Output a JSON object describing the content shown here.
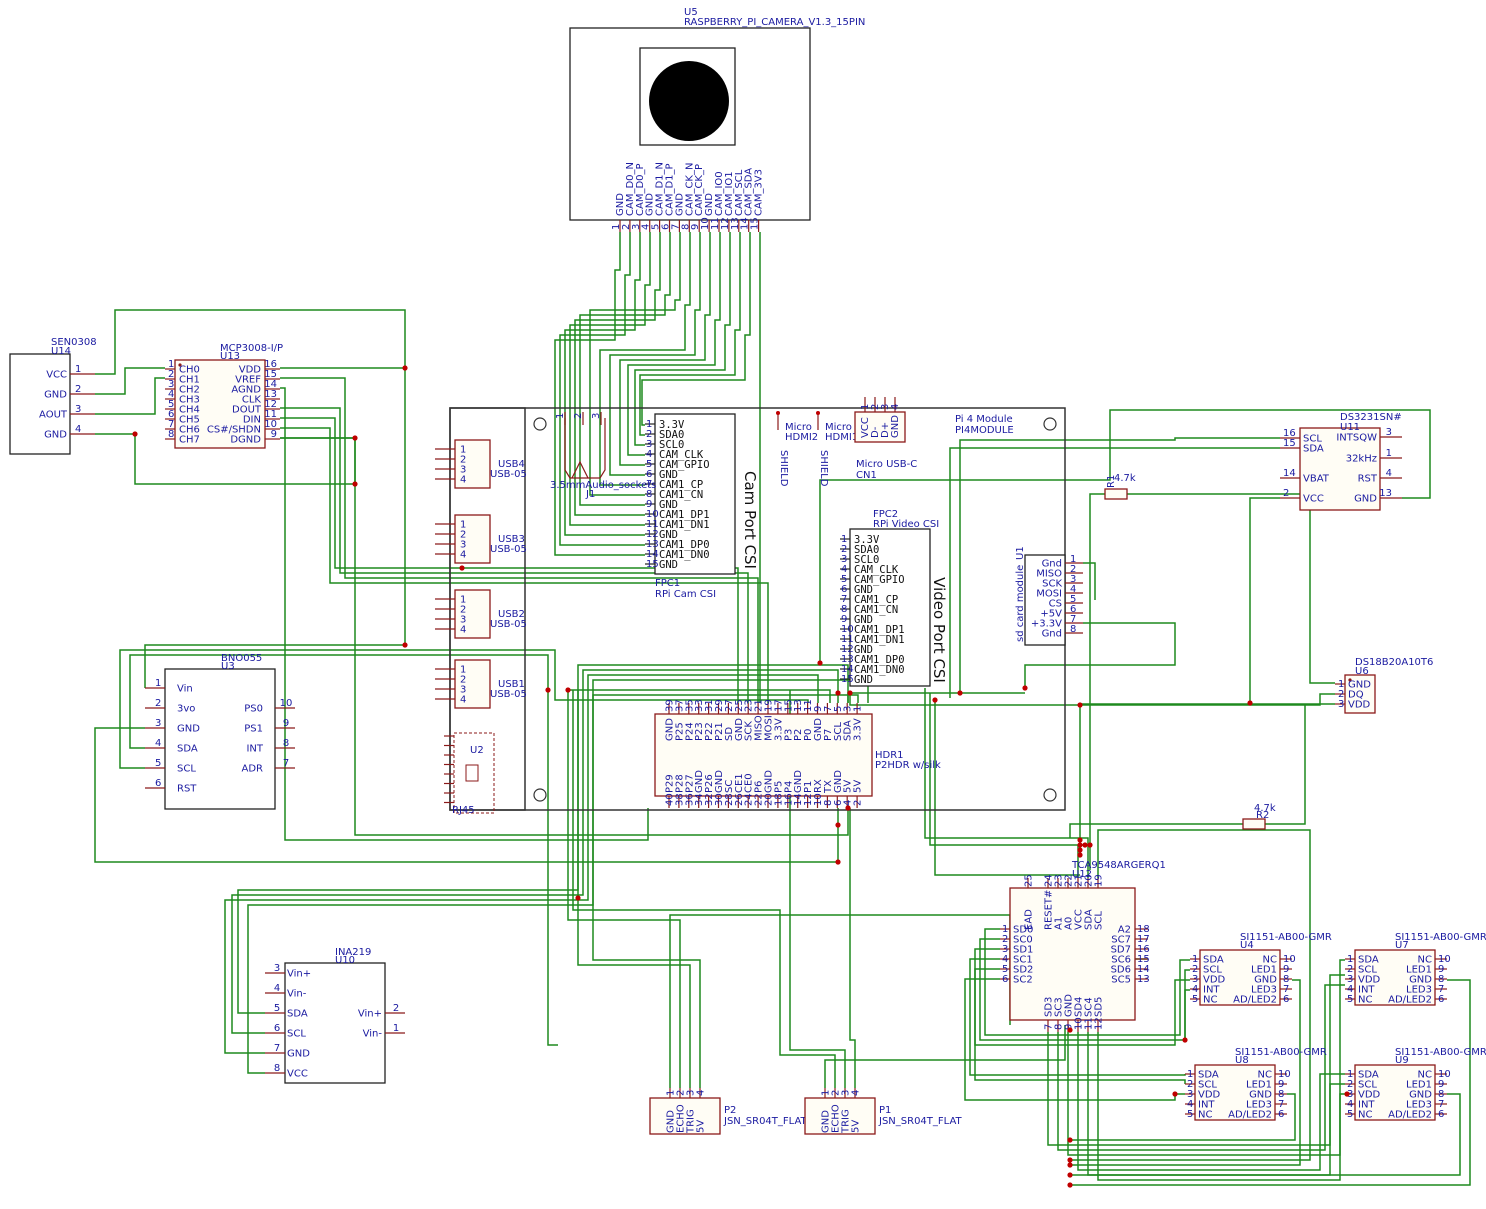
{
  "parts": [
    {
      "key": "U5",
      "ref": "U5",
      "value": "RASPBERRY_PI_CAMERA_V1.3_15PIN",
      "pins": [
        "GND",
        "CAM_D0_N",
        "CAM_D0_P",
        "GND",
        "CAM_D1_N",
        "CAM_D1_P",
        "GND",
        "CAM_CK_N",
        "CAM_CK_P",
        "GND",
        "CAM_IO0",
        "CAM_IO1",
        "CAM_SCL",
        "CAM_SDA",
        "CAM_3V3"
      ],
      "nums": [
        "1",
        "2",
        "3",
        "4",
        "5",
        "6",
        "7",
        "8",
        "9",
        "10",
        "11",
        "12",
        "13",
        "14",
        "15"
      ]
    },
    {
      "key": "U14",
      "ref": "U14",
      "value": "SEN0308",
      "left": [
        [
          "VCC",
          "1"
        ],
        [
          "GND",
          "2"
        ],
        [
          "AOUT",
          "3"
        ],
        [
          "GND",
          "4"
        ]
      ]
    },
    {
      "key": "U13",
      "ref": "U13",
      "value": "MCP3008-I/P",
      "left": [
        [
          "CH0",
          "1"
        ],
        [
          "CH1",
          "2"
        ],
        [
          "CH2",
          "3"
        ],
        [
          "CH3",
          "4"
        ],
        [
          "CH4",
          "5"
        ],
        [
          "CH5",
          "6"
        ],
        [
          "CH6",
          "7"
        ],
        [
          "CH7",
          "8"
        ]
      ],
      "right": [
        [
          "VDD",
          "16"
        ],
        [
          "VREF",
          "15"
        ],
        [
          "AGND",
          "14"
        ],
        [
          "CLK",
          "13"
        ],
        [
          "DOUT",
          "12"
        ],
        [
          "DIN",
          "11"
        ],
        [
          "CS#/SHDN",
          "10"
        ],
        [
          "DGND",
          "9"
        ]
      ]
    },
    {
      "key": "U1M",
      "ref": "Pi 4 Module",
      "value": "PI4MODULE"
    },
    {
      "key": "FPC1",
      "ref": "FPC1",
      "value": "RPi Cam CSI",
      "title": "Cam Port CSI",
      "pins": [
        "3.3V",
        "SDA0",
        "SCL0",
        "CAM_CLK",
        "CAM_GPIO",
        "GND",
        "CAM1_CP",
        "CAM1_CN",
        "GND",
        "CAM1_DP1",
        "CAM1_DN1",
        "GND",
        "CAM1_DP0",
        "CAM1_DN0",
        "GND"
      ],
      "nums": [
        "1",
        "2",
        "3",
        "4",
        "5",
        "6",
        "7",
        "8",
        "9",
        "10",
        "11",
        "12",
        "13",
        "14",
        "15"
      ]
    },
    {
      "key": "FPC2",
      "ref": "FPC2",
      "value": "RPi Video CSI",
      "title": "Video Port CSI",
      "pins": [
        "3.3V",
        "SDA0",
        "SCL0",
        "CAM_CLK",
        "CAM_GPIO",
        "GND",
        "CAM1_CP",
        "CAM1_CN",
        "GND",
        "CAM1_DP1",
        "CAM1_DN1",
        "GND",
        "CAM1_DP0",
        "CAM1_DN0",
        "GND"
      ],
      "nums": [
        "1",
        "2",
        "3",
        "4",
        "5",
        "6",
        "7",
        "8",
        "9",
        "10",
        "11",
        "12",
        "13",
        "14",
        "15"
      ]
    },
    {
      "key": "J1",
      "ref": "J1",
      "value": "3.5mmAudio_sockets",
      "nums": [
        "1",
        "2",
        "3"
      ]
    },
    {
      "key": "HDMI2",
      "ref": "Micro",
      "value": "HDMI2",
      "extra": "SHIELD"
    },
    {
      "key": "HDMI1",
      "ref": "Micro",
      "value": "HDMI1",
      "extra": "SHIELD"
    },
    {
      "key": "CN1",
      "ref": "CN1",
      "value": "Micro USB-C",
      "pins": [
        "VCC",
        "D-",
        "D+",
        "GND"
      ],
      "nums": [
        "1",
        "2",
        "3",
        "4"
      ]
    },
    {
      "key": "USB4",
      "ref": "USB4",
      "value": "USB-05",
      "nums": [
        "1",
        "2",
        "3",
        "4"
      ]
    },
    {
      "key": "USB3",
      "ref": "USB3",
      "value": "USB-05",
      "nums": [
        "1",
        "2",
        "3",
        "4"
      ]
    },
    {
      "key": "USB2",
      "ref": "USB2",
      "value": "USB-05",
      "nums": [
        "1",
        "2",
        "3",
        "4"
      ]
    },
    {
      "key": "USB1",
      "ref": "USB1",
      "value": "USB-05",
      "nums": [
        "1",
        "2",
        "3",
        "4"
      ]
    },
    {
      "key": "U2",
      "ref": "U2",
      "value": "RJ45"
    },
    {
      "key": "U1",
      "ref": "U1",
      "value": "sd card module",
      "pins": [
        "Gnd",
        "MISO",
        "SCK",
        "MOSI",
        "CS",
        "+5V",
        "+3.3V",
        "Gnd"
      ],
      "nums": [
        "1",
        "2",
        "3",
        "4",
        "5",
        "6",
        "7",
        "8"
      ]
    },
    {
      "key": "U11",
      "ref": "U11",
      "value": "DS3231SN#",
      "left": [
        [
          "SCL",
          "16"
        ],
        [
          "SDA",
          "15"
        ],
        [
          "VBAT",
          "14"
        ],
        [
          "VCC",
          "2"
        ]
      ],
      "right": [
        [
          "INTSQW",
          "3"
        ],
        [
          "32kHz",
          "1"
        ],
        [
          "RST",
          "4"
        ],
        [
          "GND",
          "13"
        ]
      ]
    },
    {
      "key": "R1",
      "ref": "R1",
      "value": "4.7k"
    },
    {
      "key": "U6",
      "ref": "U6",
      "value": "DS18B20A10T6",
      "left": [
        [
          "GND",
          "1"
        ],
        [
          "DQ",
          "2"
        ],
        [
          "VDD",
          "3"
        ]
      ]
    },
    {
      "key": "U3",
      "ref": "U3",
      "value": "BNO055",
      "left": [
        [
          "Vin",
          "1"
        ],
        [
          "3vo",
          "2"
        ],
        [
          "GND",
          "3"
        ],
        [
          "SDA",
          "4"
        ],
        [
          "SCL",
          "5"
        ],
        [
          "RST",
          "6"
        ]
      ],
      "right": [
        [
          "PS0",
          "10"
        ],
        [
          "PS1",
          "9"
        ],
        [
          "INT",
          "8"
        ],
        [
          "ADR",
          "7"
        ]
      ]
    },
    {
      "key": "HDR1",
      "ref": "HDR1",
      "value": "P2HDR w/silk",
      "top": [
        [
          "GND",
          "39"
        ],
        [
          "P25",
          "37"
        ],
        [
          "P24",
          "35"
        ],
        [
          "P23",
          "33"
        ],
        [
          "P22",
          "31"
        ],
        [
          "P21",
          "29"
        ],
        [
          "SD",
          "27"
        ],
        [
          "GND",
          "25"
        ],
        [
          "SCK",
          "23"
        ],
        [
          "MISO",
          "21"
        ],
        [
          "MOSI",
          "19"
        ],
        [
          "3.3V",
          "17"
        ],
        [
          "P3",
          "15"
        ],
        [
          "P2",
          "13"
        ],
        [
          "P0",
          "11"
        ],
        [
          "GND",
          "9"
        ],
        [
          "P7",
          "7"
        ],
        [
          "SCL",
          "5"
        ],
        [
          "SDA",
          "3"
        ],
        [
          "3.3V",
          "1"
        ]
      ],
      "bot": [
        [
          "P29",
          "40"
        ],
        [
          "P28",
          "38"
        ],
        [
          "P27",
          "36"
        ],
        [
          "GND",
          "34"
        ],
        [
          "P26",
          "32"
        ],
        [
          "GND",
          "30"
        ],
        [
          "SC",
          "28"
        ],
        [
          "CE1",
          "26"
        ],
        [
          "CE0",
          "24"
        ],
        [
          "P6",
          "22"
        ],
        [
          "GND",
          "20"
        ],
        [
          "P5",
          "18"
        ],
        [
          "P4",
          "16"
        ],
        [
          "GND",
          "14"
        ],
        [
          "P1",
          "12"
        ],
        [
          "RX",
          "10"
        ],
        [
          "TX",
          "8"
        ],
        [
          "GND",
          "6"
        ],
        [
          "5V",
          "4"
        ],
        [
          "5V",
          "2"
        ]
      ]
    },
    {
      "key": "R2",
      "ref": "R2",
      "value": "4.7k"
    },
    {
      "key": "U12",
      "ref": "U12",
      "value": "TCA9548ARGERQ1",
      "top": [
        [
          "EAD",
          "25"
        ],
        [
          "RESET#",
          "24"
        ],
        [
          "A1",
          "23"
        ],
        [
          "A0",
          "22"
        ],
        [
          "VCC",
          "21"
        ],
        [
          "SDA",
          "20"
        ],
        [
          "SCL",
          "19"
        ]
      ],
      "left": [
        [
          "SD0",
          "1"
        ],
        [
          "SC0",
          "2"
        ],
        [
          "SD1",
          "3"
        ],
        [
          "SC1",
          "4"
        ],
        [
          "SD2",
          "5"
        ],
        [
          "SC2",
          "6"
        ]
      ],
      "right": [
        [
          "A2",
          "18"
        ],
        [
          "SC7",
          "17"
        ],
        [
          "SD7",
          "16"
        ],
        [
          "SC6",
          "15"
        ],
        [
          "SD6",
          "14"
        ],
        [
          "SC5",
          "13"
        ]
      ],
      "bot": [
        [
          "SD3",
          "7"
        ],
        [
          "SC3",
          "8"
        ],
        [
          "GND",
          "9"
        ],
        [
          "SD4",
          "10"
        ],
        [
          "SC4",
          "11"
        ],
        [
          "SD5",
          "12"
        ]
      ]
    },
    {
      "key": "U4",
      "ref": "U4",
      "value": "SI1151-AB00-GMR",
      "left": [
        [
          "SDA",
          "1"
        ],
        [
          "SCL",
          "2"
        ],
        [
          "VDD",
          "3"
        ],
        [
          "INT",
          "4"
        ],
        [
          "NC",
          "5"
        ]
      ],
      "right": [
        [
          "NC",
          "10"
        ],
        [
          "LED1",
          "9"
        ],
        [
          "GND",
          "8"
        ],
        [
          "LED3",
          "7"
        ],
        [
          "AD/LED2",
          "6"
        ]
      ]
    },
    {
      "key": "U7",
      "ref": "U7",
      "value": "SI1151-AB00-GMR",
      "left": [
        [
          "SDA",
          "1"
        ],
        [
          "SCL",
          "2"
        ],
        [
          "VDD",
          "3"
        ],
        [
          "INT",
          "4"
        ],
        [
          "NC",
          "5"
        ]
      ],
      "right": [
        [
          "NC",
          "10"
        ],
        [
          "LED1",
          "9"
        ],
        [
          "GND",
          "8"
        ],
        [
          "LED3",
          "7"
        ],
        [
          "AD/LED2",
          "6"
        ]
      ]
    },
    {
      "key": "U8",
      "ref": "U8",
      "value": "SI1151-AB00-GMR",
      "left": [
        [
          "SDA",
          "1"
        ],
        [
          "SCL",
          "2"
        ],
        [
          "VDD",
          "3"
        ],
        [
          "INT",
          "4"
        ],
        [
          "NC",
          "5"
        ]
      ],
      "right": [
        [
          "NC",
          "10"
        ],
        [
          "LED1",
          "9"
        ],
        [
          "GND",
          "8"
        ],
        [
          "LED3",
          "7"
        ],
        [
          "AD/LED2",
          "6"
        ]
      ]
    },
    {
      "key": "U9",
      "ref": "U9",
      "value": "SI1151-AB00-GMR",
      "left": [
        [
          "SDA",
          "1"
        ],
        [
          "SCL",
          "2"
        ],
        [
          "VDD",
          "3"
        ],
        [
          "INT",
          "4"
        ],
        [
          "NC",
          "5"
        ]
      ],
      "right": [
        [
          "NC",
          "10"
        ],
        [
          "LED1",
          "9"
        ],
        [
          "GND",
          "8"
        ],
        [
          "LED3",
          "7"
        ],
        [
          "AD/LED2",
          "6"
        ]
      ]
    },
    {
      "key": "U10",
      "ref": "U10",
      "value": "INA219",
      "left": [
        [
          "Vin+",
          "3"
        ],
        [
          "Vin-",
          "4"
        ],
        [
          "SDA",
          "5"
        ],
        [
          "SCL",
          "6"
        ],
        [
          "GND",
          "7"
        ],
        [
          "VCC",
          "8"
        ]
      ],
      "right": [
        [
          "Vin+",
          "2"
        ],
        [
          "Vin-",
          "1"
        ]
      ]
    },
    {
      "key": "P2",
      "ref": "P2",
      "value": "JSN_SR04T_FLAT",
      "pins": [
        "GND",
        "ECHO",
        "TRIG",
        "5V"
      ],
      "nums": [
        "1",
        "2",
        "3",
        "4"
      ]
    },
    {
      "key": "P1",
      "ref": "P1",
      "value": "JSN_SR04T_FLAT",
      "pins": [
        "GND",
        "ECHO",
        "TRIG",
        "5V"
      ],
      "nums": [
        "1",
        "2",
        "3",
        "4"
      ]
    }
  ],
  "colors": {
    "wire": "#1e8a1e",
    "body": "#8b1a1a",
    "label": "#1a1aa0",
    "junction": "#c00000"
  }
}
